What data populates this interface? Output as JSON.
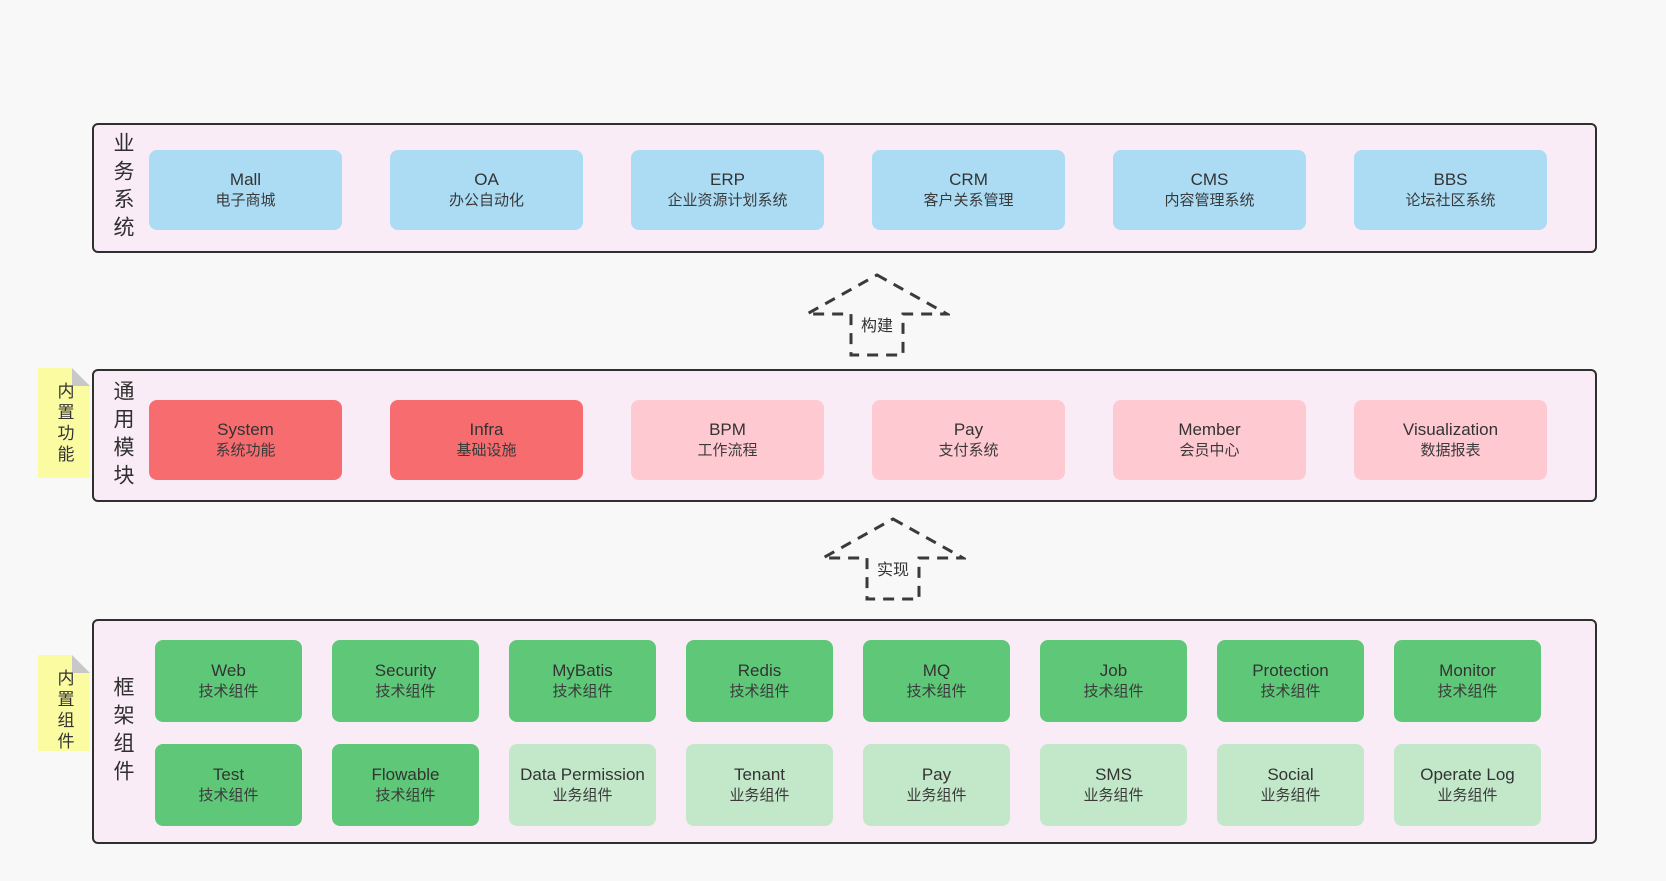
{
  "colors": {
    "page": "#f8f8f8",
    "band": "#f9ecf6",
    "border": "#2f2f2f",
    "blue": "#abdcf4",
    "red": "#f76d6f",
    "pink": "#ffc9d2",
    "green": "#5fc878",
    "green-light": "#c2e8c9",
    "yellow": "#fbfba1",
    "fold": "#c8c8c8"
  },
  "sections": [
    {
      "label": "业务系统",
      "sticky": null,
      "rows": [
        [
          {
            "id": "mall",
            "title": "Mall",
            "subtitle": "电子商城",
            "color": "blue"
          },
          {
            "id": "oa",
            "title": "OA",
            "subtitle": "办公自动化",
            "color": "blue"
          },
          {
            "id": "erp",
            "title": "ERP",
            "subtitle": "企业资源计划系统",
            "color": "blue"
          },
          {
            "id": "crm",
            "title": "CRM",
            "subtitle": "客户关系管理",
            "color": "blue"
          },
          {
            "id": "cms",
            "title": "CMS",
            "subtitle": "内容管理系统",
            "color": "blue"
          },
          {
            "id": "bbs",
            "title": "BBS",
            "subtitle": "论坛社区系统",
            "color": "blue"
          }
        ]
      ]
    },
    {
      "label": "通用模块",
      "sticky": "内置功能",
      "rows": [
        [
          {
            "id": "system",
            "title": "System",
            "subtitle": "系统功能",
            "color": "red"
          },
          {
            "id": "infra",
            "title": "Infra",
            "subtitle": "基础设施",
            "color": "red"
          },
          {
            "id": "bpm",
            "title": "BPM",
            "subtitle": "工作流程",
            "color": "pink"
          },
          {
            "id": "pay",
            "title": "Pay",
            "subtitle": "支付系统",
            "color": "pink"
          },
          {
            "id": "member",
            "title": "Member",
            "subtitle": "会员中心",
            "color": "pink"
          },
          {
            "id": "visualization",
            "title": "Visualization",
            "subtitle": "数据报表",
            "color": "pink"
          }
        ]
      ]
    },
    {
      "label": "框架组件",
      "sticky": "内置组件",
      "rows": [
        [
          {
            "id": "web",
            "title": "Web",
            "subtitle": "技术组件",
            "color": "green"
          },
          {
            "id": "security",
            "title": "Security",
            "subtitle": "技术组件",
            "color": "green"
          },
          {
            "id": "mybatis",
            "title": "MyBatis",
            "subtitle": "技术组件",
            "color": "green"
          },
          {
            "id": "redis",
            "title": "Redis",
            "subtitle": "技术组件",
            "color": "green"
          },
          {
            "id": "mq",
            "title": "MQ",
            "subtitle": "技术组件",
            "color": "green"
          },
          {
            "id": "job",
            "title": "Job",
            "subtitle": "技术组件",
            "color": "green"
          },
          {
            "id": "protection",
            "title": "Protection",
            "subtitle": "技术组件",
            "color": "green"
          },
          {
            "id": "monitor",
            "title": "Monitor",
            "subtitle": "技术组件",
            "color": "green"
          }
        ],
        [
          {
            "id": "test",
            "title": "Test",
            "subtitle": "技术组件",
            "color": "green"
          },
          {
            "id": "flowable",
            "title": "Flowable",
            "subtitle": "技术组件",
            "color": "green"
          },
          {
            "id": "data-permission",
            "title": "Data Permission",
            "subtitle": "业务组件",
            "color": "green-light"
          },
          {
            "id": "tenant",
            "title": "Tenant",
            "subtitle": "业务组件",
            "color": "green-light"
          },
          {
            "id": "pay-biz",
            "title": "Pay",
            "subtitle": "业务组件",
            "color": "green-light"
          },
          {
            "id": "sms",
            "title": "SMS",
            "subtitle": "业务组件",
            "color": "green-light"
          },
          {
            "id": "social",
            "title": "Social",
            "subtitle": "业务组件",
            "color": "green-light"
          },
          {
            "id": "operate-log",
            "title": "Operate Log",
            "subtitle": "业务组件",
            "color": "green-light"
          }
        ]
      ]
    }
  ],
  "arrows": [
    {
      "label": "构建"
    },
    {
      "label": "实现"
    }
  ]
}
